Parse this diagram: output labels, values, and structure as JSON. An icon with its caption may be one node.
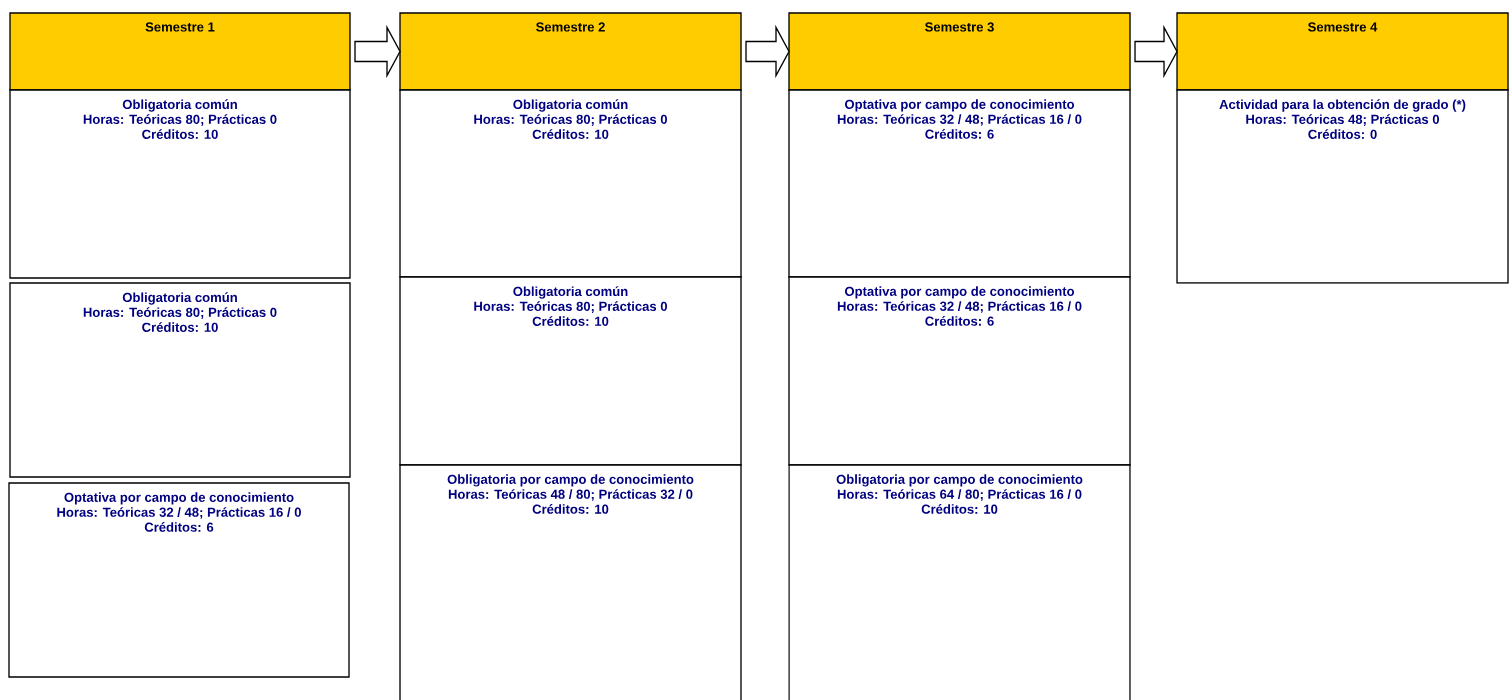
{
  "diagram": {
    "nodes": [
      {
        "text": [
          "Semestre 1"
        ]
      },
      {
        "text": [
          "Obligatoria común",
          "Horas: Teóricas 80; Prácticas 0",
          "Créditos: 10"
        ]
      },
      {
        "text": [
          "Obligatoria común",
          "Horas: Teóricas 80; Prácticas 0",
          "Créditos: 10"
        ]
      },
      {
        "text": [
          "Optativa por campo de conocimiento",
          "Horas: Teóricas 32 / 48; Prácticas 16 / 0",
          "Créditos: 6"
        ]
      },
      {
        "text": [
          "Semestre 2"
        ]
      },
      {
        "text": [
          "Obligatoria común",
          "Horas: Teóricas 80; Prácticas 0",
          "Créditos: 10"
        ]
      },
      {
        "text": [
          "Obligatoria común",
          "Horas: Teóricas 80; Prácticas 0",
          "Créditos: 10"
        ]
      },
      {
        "text": [
          "Obligatoria por campo de conocimiento",
          "Horas: Teóricas 48 / 80; Prácticas 32 / 0",
          "Créditos: 10"
        ]
      },
      {
        "text": [
          "Semestre 3"
        ]
      },
      {
        "text": [
          "Optativa por campo de conocimiento",
          "Horas: Teóricas 32 / 48; Prácticas 16 / 0",
          "Créditos: 6"
        ]
      },
      {
        "text": [
          "Optativa por campo de conocimiento",
          "Horas: Teóricas 32 / 48; Prácticas 16 / 0",
          "Créditos: 6"
        ]
      },
      {
        "text": [
          "Obligatoria por campo de conocimiento",
          "Horas: Teóricas 64 / 80; Prácticas 16 / 0",
          "Créditos: 10"
        ]
      },
      {
        "text": [
          "Semestre 4"
        ]
      },
      {
        "text": [
          "Actividad para la obtención de grado (*)",
          "Horas: Teóricas 48; Prácticas 0",
          "Créditos: 0"
        ]
      }
    ],
    "edges": [
      {
        "from": 0,
        "to": 4,
        "arrow": "to"
      },
      {
        "from": 4,
        "to": 8,
        "arrow": "to"
      },
      {
        "from": 8,
        "to": 12,
        "arrow": "to"
      }
    ]
  }
}
